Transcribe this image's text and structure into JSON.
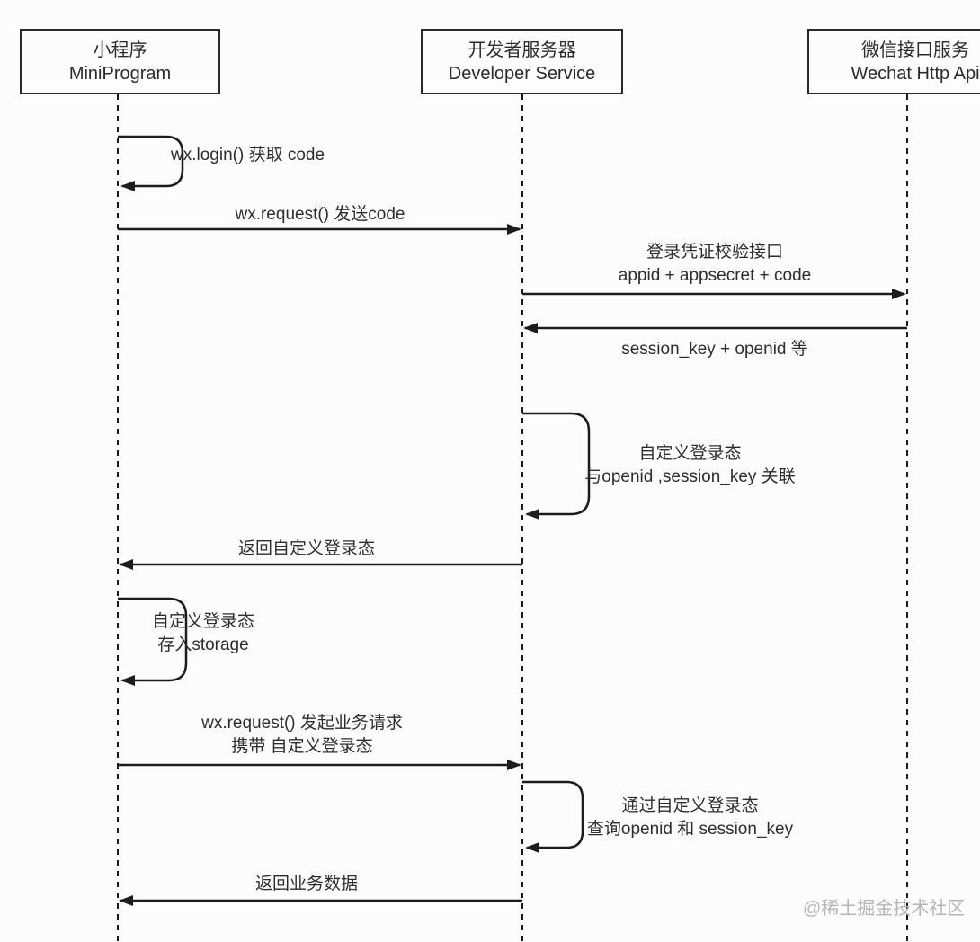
{
  "diagram": {
    "type": "sequence-diagram",
    "topic": "WeChat MiniProgram login flow",
    "actors": [
      {
        "id": "miniprogram",
        "title_zh": "小程序",
        "title_en": "MiniProgram"
      },
      {
        "id": "developer-service",
        "title_zh": "开发者服务器",
        "title_en": "Developer Service"
      },
      {
        "id": "wechat-api",
        "title_zh": "微信接口服务",
        "title_en": "Wechat Http Api"
      }
    ],
    "messages": [
      {
        "from": "miniprogram",
        "to": "miniprogram",
        "kind": "self-loop",
        "label": "wx.login() 获取 code"
      },
      {
        "from": "miniprogram",
        "to": "developer-service",
        "kind": "arrow",
        "label": "wx.request() 发送code"
      },
      {
        "from": "developer-service",
        "to": "wechat-api",
        "kind": "arrow",
        "label": "登录凭证校验接口",
        "label2": "appid + appsecret + code"
      },
      {
        "from": "wechat-api",
        "to": "developer-service",
        "kind": "arrow",
        "label": "session_key + openid 等"
      },
      {
        "from": "developer-service",
        "to": "developer-service",
        "kind": "self-loop",
        "label": "自定义登录态",
        "label2": "与openid ,session_key 关联"
      },
      {
        "from": "developer-service",
        "to": "miniprogram",
        "kind": "arrow",
        "label": "返回自定义登录态"
      },
      {
        "from": "miniprogram",
        "to": "miniprogram",
        "kind": "self-loop",
        "label": "自定义登录态",
        "label2": "存入storage"
      },
      {
        "from": "miniprogram",
        "to": "developer-service",
        "kind": "arrow",
        "label": "wx.request() 发起业务请求",
        "label2": "携带 自定义登录态"
      },
      {
        "from": "developer-service",
        "to": "developer-service",
        "kind": "self-loop",
        "label": "通过自定义登录态",
        "label2": "查询openid 和 session_key"
      },
      {
        "from": "developer-service",
        "to": "miniprogram",
        "kind": "arrow",
        "label": "返回业务数据"
      }
    ],
    "watermark": "@稀土掘金技术社区",
    "colors": {
      "line": "#1c1c1c",
      "text": "#2d2d2d",
      "background": "#fcfcfc",
      "watermark": "#b5b5b5"
    }
  }
}
